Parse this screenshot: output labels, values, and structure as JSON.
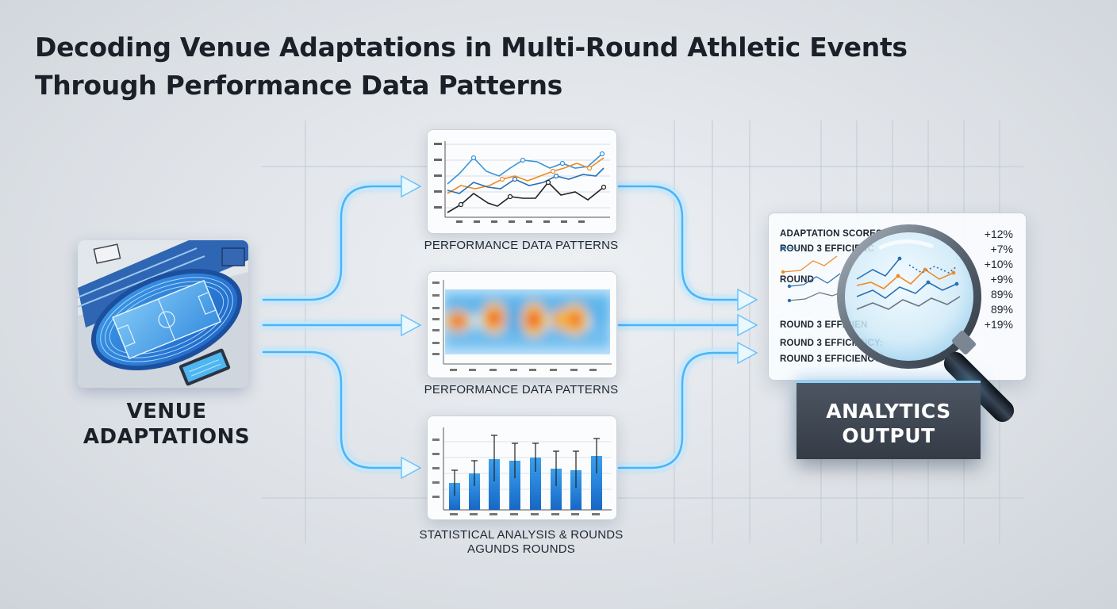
{
  "title": {
    "line1": "Decoding Venue Adaptations in Multi-Round Athletic Events",
    "line2": "Through Performance Data Patterns"
  },
  "venue": {
    "label_line1": "VENUE",
    "label_line2": "ADAPTATIONS",
    "icon": "stadium-illustration"
  },
  "panels": {
    "line_panel": {
      "caption": "PERFORMANCE DATA PATTERNS",
      "series_colors": [
        "#3a94d8",
        "#f08a24",
        "#2a6fb5",
        "#222222"
      ]
    },
    "heatmap_panel": {
      "caption": "PERFORMANCE DATA PATTERNS",
      "hot_color": "#f0501e",
      "cool_color": "#3aa0e8"
    },
    "bar_panel": {
      "caption_line1": "STATISTICAL ANALYSIS & ROUNDS",
      "caption_line2": "AGUNDS ROUNDS",
      "bar_color": "#1e7fd6"
    }
  },
  "output": {
    "rows": [
      {
        "label": "ADAPTATION SCORES",
        "value": "+12%"
      },
      {
        "label": "ROUND 3 EFFICIENC",
        "value": "+7%"
      },
      {
        "label": "",
        "value": "+10%"
      },
      {
        "label": "ROUND",
        "value": "+9%"
      },
      {
        "label": "",
        "value": "89%"
      },
      {
        "label": "",
        "value": "89%"
      },
      {
        "label": "ROUND 3 EFFICIEN",
        "value": "+19%"
      },
      {
        "label": "ROUND 3 EFFICIENCY:",
        "value": ""
      },
      {
        "label": "ROUND 3 EFFICIENCY:",
        "value": ""
      }
    ],
    "magnifier_icon": "magnifying-glass-icon",
    "box_line1": "ANALYTICS",
    "box_line2": "OUTPUT"
  },
  "colors": {
    "accent_blue": "#3aa8f0",
    "connector_glow": "#bfe6ff",
    "dark_box": "#3b424d"
  }
}
